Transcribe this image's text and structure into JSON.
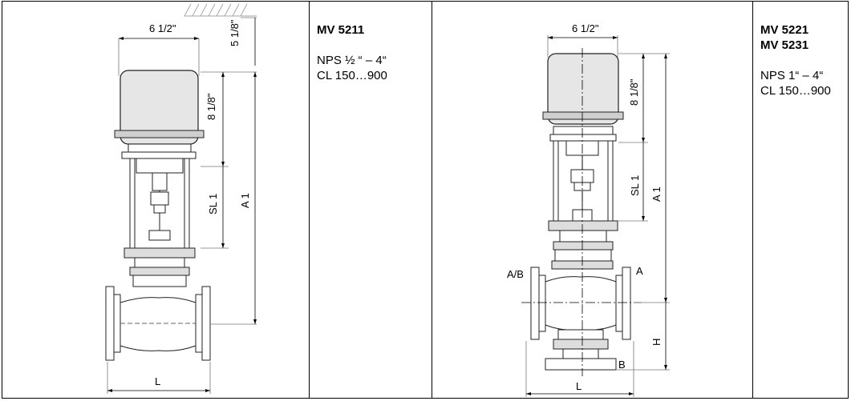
{
  "panel_left": {
    "model": "MV 5211",
    "nps": "NPS ½ “ – 4“",
    "class": "CL 150…900"
  },
  "panel_right": {
    "model_1": "MV 5221",
    "model_2": "MV 5231",
    "nps": "NPS 1“ – 4“",
    "class": "CL 150…900"
  },
  "drawing_left": {
    "width_label": "6 1/2\"",
    "clearance_label": "5 1/8\"",
    "actuator_height_label": "8 1/8\"",
    "stroke_label": "SL 1",
    "overall_height_label": "A 1",
    "length_label": "L"
  },
  "drawing_right": {
    "width_label": "6 1/2\"",
    "actuator_height_label": "8 1/8\"",
    "stroke_label": "SL 1",
    "overall_height_label": "A 1",
    "height_label": "H",
    "length_label": "L",
    "port_ab": "A/B",
    "port_a": "A",
    "port_b": "B"
  }
}
